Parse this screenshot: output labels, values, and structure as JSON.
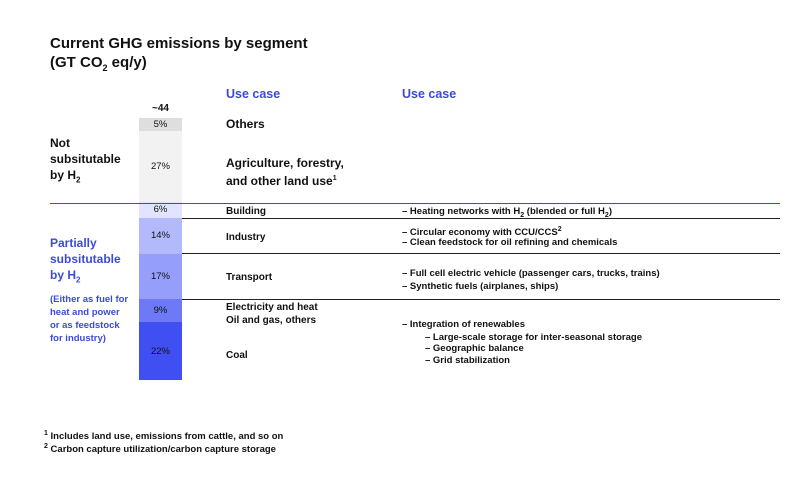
{
  "header": {
    "title_line1": "Current GHG emissions by segment",
    "title_line2_pre": "(GT CO",
    "title_sub": "2",
    "title_line2_post": " eq/y)"
  },
  "columns": {
    "use_case_1": "Use case",
    "use_case_2": "Use case"
  },
  "groups": {
    "not_sub": {
      "line1": "Not",
      "line2": "subsitutable",
      "line3_pre": "by H",
      "line3_sub": "2"
    },
    "partial": {
      "line1": "Partially",
      "line2": "subsitutable",
      "line3_pre": "by H",
      "line3_sub": "2",
      "note": "(Either as fuel for heat and power or as feedstock for industry)"
    }
  },
  "segment_labels": {
    "others": "Others",
    "agri_line1": "Agriculture, forestry,",
    "agri_line2": "and other land use",
    "agri_sup": "1",
    "building": "Building",
    "industry": "Industry",
    "transport": "Transport",
    "elec": "Electricity and heat",
    "oil": "Oil and gas, others",
    "coal": "Coal"
  },
  "use_cases": {
    "building_pre": "– Heating networks with H",
    "building_sub": "2",
    "building_post": " (blended or full H",
    "building_sub2": "2",
    "building_end": ")",
    "industry_1": "– Circular economy with CCU/CCS",
    "industry_1_sup": "2",
    "industry_2": "– Clean feedstock for oil refining and chemicals",
    "transport_1": "– Full cell electric vehicle (passenger cars, trucks, trains)",
    "transport_2": "– Synthetic fuels (airplanes, ships)",
    "power_1": "– Integration of renewables",
    "power_2": "– Large-scale storage for inter-seasonal storage",
    "power_3": "– Geographic balance",
    "power_4": "– Grid stabilization"
  },
  "footnotes": {
    "fn1_sup": "1",
    "fn1": " Includes land use, emissions from cattle, and so on",
    "fn2_sup": "2",
    "fn2": " Carbon capture utilization/carbon capture storage"
  },
  "chart_data": {
    "type": "bar",
    "total_label": "~44",
    "categories": [
      "Others",
      "Agriculture, forestry, and other land use",
      "Building",
      "Industry",
      "Transport",
      "Electricity and heat / Oil and gas, others",
      "Coal"
    ],
    "values": [
      5,
      27,
      6,
      14,
      17,
      9,
      22
    ],
    "labels": [
      "5%",
      "27%",
      "6%",
      "14%",
      "17%",
      "9%",
      "22%"
    ],
    "colors": [
      "#dedede",
      "#f2f2f2",
      "#e0e4fe",
      "#b3bafc",
      "#959efa",
      "#6d79f5",
      "#3f4ff2"
    ]
  }
}
